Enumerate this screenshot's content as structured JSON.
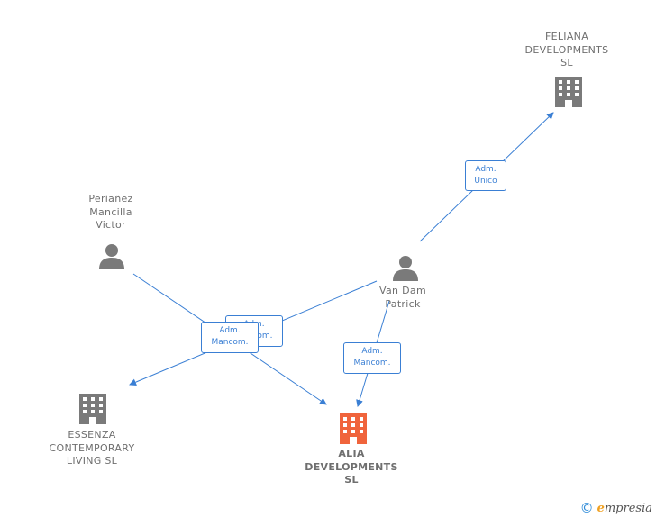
{
  "colors": {
    "edge": "#3a7fd4",
    "company": "#7a7a7a",
    "focus_company": "#f0643c",
    "person": "#7a7a7a"
  },
  "nodes": {
    "feliana": {
      "label": "FELIANA\nDEVELOPMENTS\nSL",
      "icon": "building-icon"
    },
    "perianez": {
      "label": "Periañez\nMancilla\nVictor",
      "icon": "person-icon"
    },
    "vandam": {
      "label": "Van Dam\nPatrick",
      "icon": "person-icon"
    },
    "essenza": {
      "label": "ESSENZA\nCONTEMPORARY\nLIVING SL",
      "icon": "building-icon"
    },
    "alia": {
      "label": "ALIA\nDEVELOPMENTS\nSL",
      "icon": "building-icon"
    }
  },
  "edges": {
    "vandam_feliana": "Adm.\nUnico",
    "vandam_alia": "Adm.\nMancom.",
    "vandam_essenza": "Adm.\nMancom.",
    "perianez_alia": "Adm.\nMancom."
  },
  "footer": {
    "copyright_symbol": "©",
    "brand_initial": "e",
    "brand_rest": "mpresia"
  }
}
